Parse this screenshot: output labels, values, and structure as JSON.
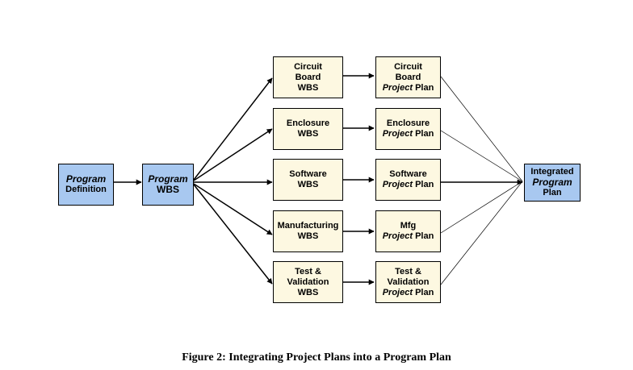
{
  "nodes": {
    "program_definition": {
      "line1": "Program",
      "line2": "Definition"
    },
    "program_wbs": {
      "line1": "Program",
      "line2": "WBS"
    },
    "circuit_board_wbs": {
      "line1": "Circuit",
      "line2": "Board",
      "line3": "WBS"
    },
    "enclosure_wbs": {
      "line1": "Enclosure",
      "line2": "WBS"
    },
    "software_wbs": {
      "line1": "Software",
      "line2": "WBS"
    },
    "manufacturing_wbs": {
      "line1": "Manufacturing",
      "line2": "WBS"
    },
    "test_validation_wbs": {
      "line1": "Test &",
      "line2": "Validation",
      "line3": "WBS"
    },
    "circuit_board_plan": {
      "line1": "Circuit",
      "line2": "Board",
      "italic": "Project",
      "plain": "Plan"
    },
    "enclosure_plan": {
      "line1": "Enclosure",
      "italic": "Project",
      "plain": "Plan"
    },
    "software_plan": {
      "line1": "Software",
      "italic": "Project",
      "plain": "Plan"
    },
    "mfg_plan": {
      "line1": "Mfg",
      "italic": "Project",
      "plain": "Plan"
    },
    "test_validation_plan": {
      "line1": "Test &",
      "line2": "Validation",
      "italic": "Project",
      "plain": "Plan"
    },
    "integrated_program_plan": {
      "line1": "Integrated",
      "line2": "Program",
      "line3": "Plan"
    }
  },
  "caption": "Figure 2: Integrating Project Plans into a Program Plan",
  "colors": {
    "primary_box": "#a8c8f0",
    "secondary_box": "#fdf8e1",
    "line": "#000000"
  }
}
